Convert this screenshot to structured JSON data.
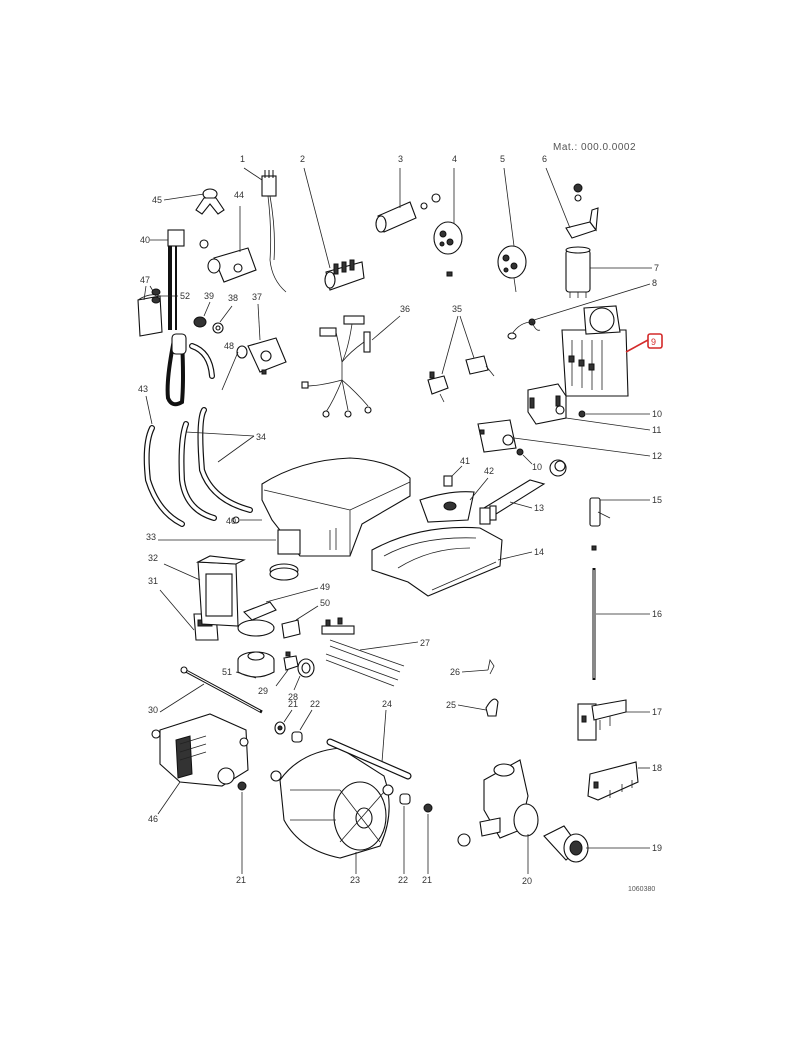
{
  "header": {
    "reference_text": "Mat.: 000.0.0002"
  },
  "footer": {
    "drawing_code": "1060380"
  },
  "highlight": {
    "part_number": "9",
    "color": "#d42a2a"
  },
  "labels": {
    "p1": "1",
    "p2": "2",
    "p3": "3",
    "p4": "4",
    "p5": "5",
    "p6": "6",
    "p7": "7",
    "p8": "8",
    "p9": "9",
    "p10a": "10",
    "p10b": "10",
    "p11": "11",
    "p12": "12",
    "p13": "13",
    "p14": "14",
    "p15": "15",
    "p16": "16",
    "p17": "17",
    "p18": "18",
    "p19": "19",
    "p20": "20",
    "p21a": "21",
    "p21b": "21",
    "p21c": "21",
    "p22a": "22",
    "p22b": "22",
    "p23": "23",
    "p24": "24",
    "p25": "25",
    "p26": "26",
    "p27": "27",
    "p28": "28",
    "p29": "29",
    "p30": "30",
    "p31": "31",
    "p32": "32",
    "p33": "33",
    "p34": "34",
    "p35": "35",
    "p36": "36",
    "p37": "37",
    "p38": "38",
    "p39": "39",
    "p40a": "40",
    "p40b": "40",
    "p41": "41",
    "p42": "42",
    "p43": "43",
    "p44": "44",
    "p45": "45",
    "p46": "46",
    "p47": "47",
    "p48": "48",
    "p49": "49",
    "p50": "50",
    "p51": "51",
    "p52": "52"
  }
}
